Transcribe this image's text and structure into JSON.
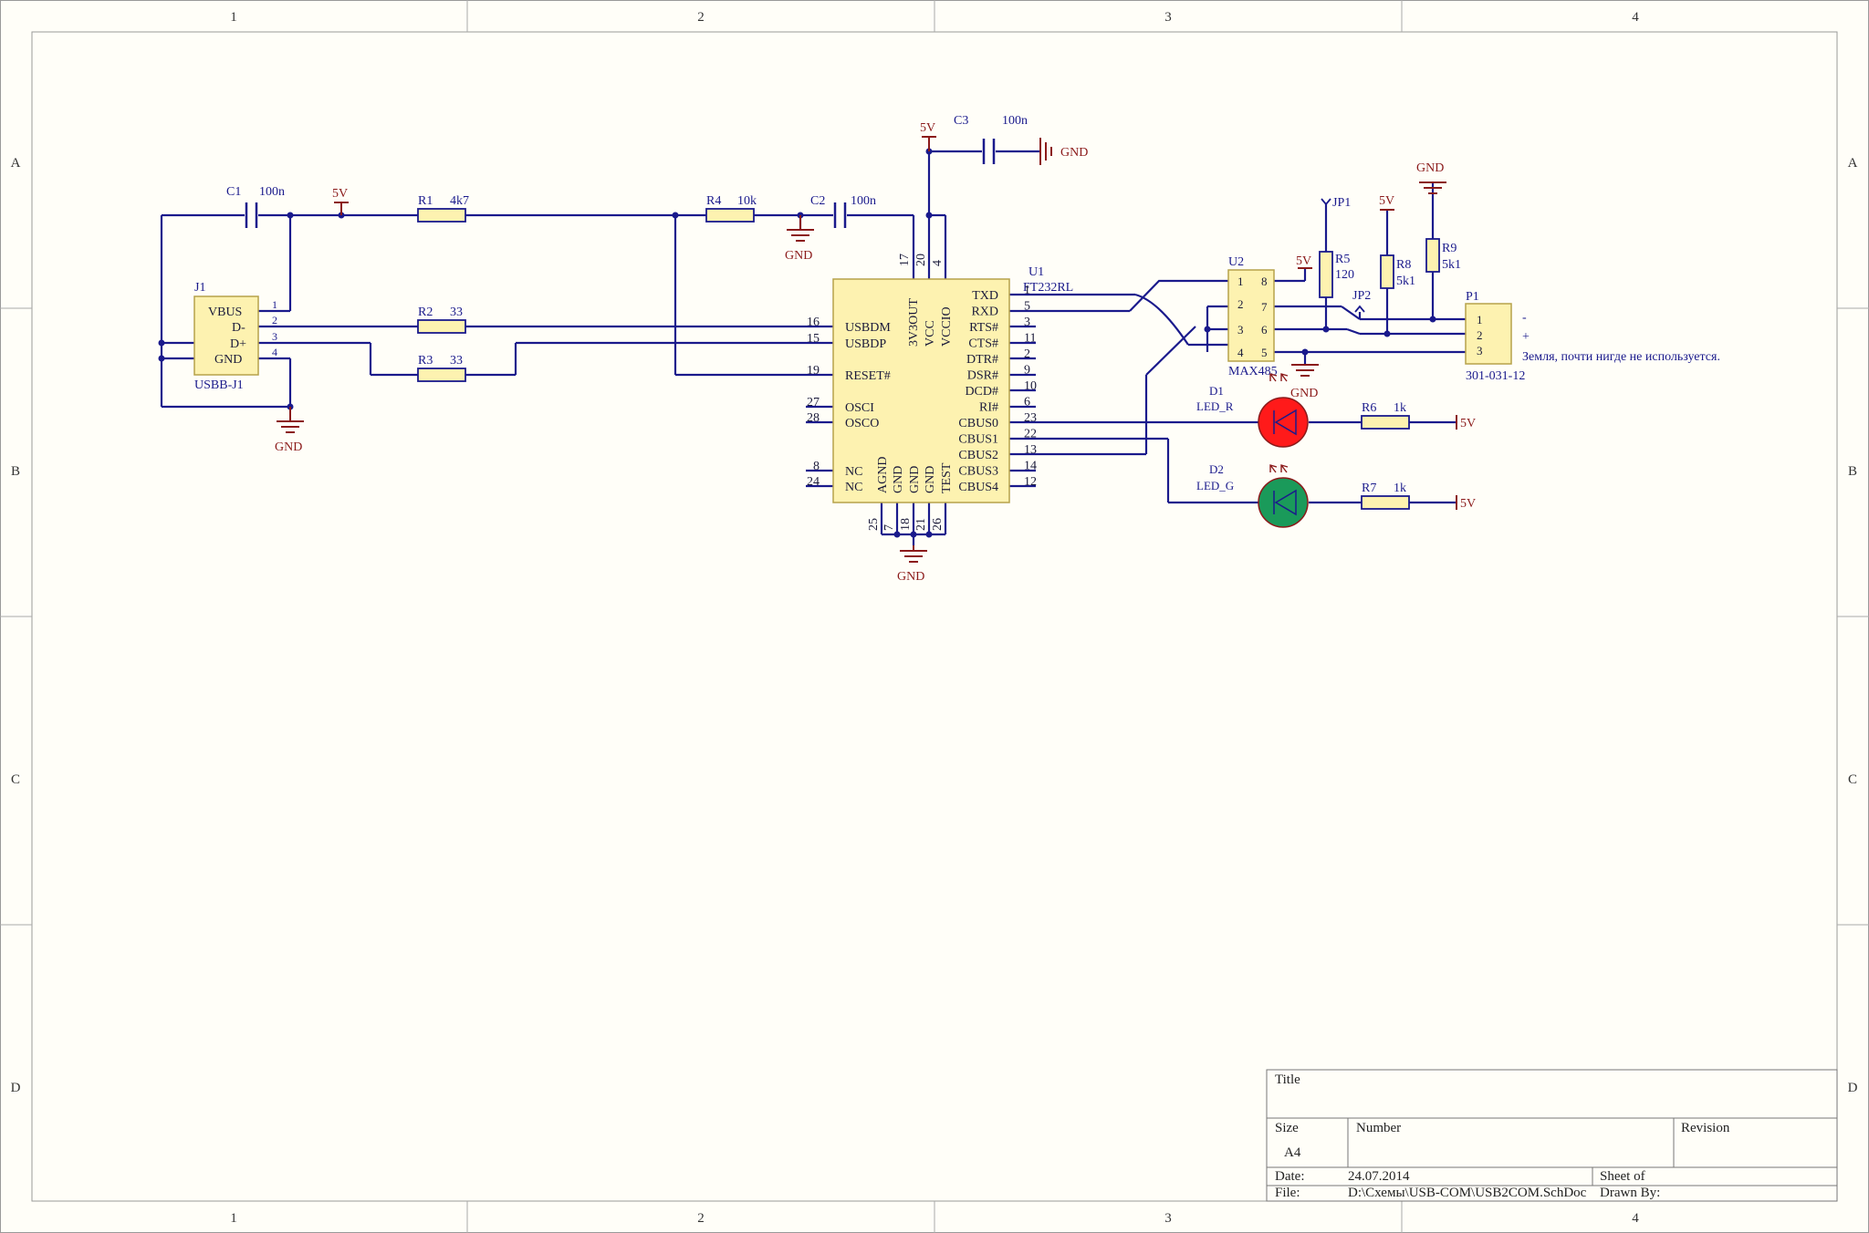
{
  "zones": {
    "columns": [
      "1",
      "2",
      "3",
      "4"
    ],
    "rows": [
      "A",
      "B",
      "C",
      "D"
    ]
  },
  "components": {
    "c1": {
      "ref": "C1",
      "value": "100n"
    },
    "r1": {
      "ref": "R1",
      "value": "4k7"
    },
    "r4": {
      "ref": "R4",
      "value": "10k"
    },
    "c2": {
      "ref": "C2",
      "value": "100n"
    },
    "c3": {
      "ref": "C3",
      "value": "100n"
    },
    "r2": {
      "ref": "R2",
      "value": "33"
    },
    "r3": {
      "ref": "R3",
      "value": "33"
    },
    "j1": {
      "ref": "J1",
      "name": "USBB-J1",
      "pins": [
        "VBUS",
        "D-",
        "D+",
        "GND"
      ],
      "pin_numbers": [
        "1",
        "2",
        "3",
        "4"
      ]
    },
    "u1": {
      "ref": "U1",
      "name": "FT232RL",
      "left_pins": [
        {
          "name": "USBDM",
          "num": "16"
        },
        {
          "name": "USBDP",
          "num": "15"
        },
        {
          "name": "RESET#",
          "num": "19"
        },
        {
          "name": "OSCI",
          "num": "27"
        },
        {
          "name": "OSCO",
          "num": "28"
        },
        {
          "name": "NC",
          "num": "8"
        },
        {
          "name": "NC",
          "num": "24"
        }
      ],
      "right_pins": [
        {
          "name": "TXD",
          "num": "1"
        },
        {
          "name": "RXD",
          "num": "5"
        },
        {
          "name": "RTS#",
          "num": "3"
        },
        {
          "name": "CTS#",
          "num": "11"
        },
        {
          "name": "DTR#",
          "num": "2"
        },
        {
          "name": "DSR#",
          "num": "9"
        },
        {
          "name": "DCD#",
          "num": "10"
        },
        {
          "name": "RI#",
          "num": "6"
        },
        {
          "name": "CBUS0",
          "num": "23"
        },
        {
          "name": "CBUS1",
          "num": "22"
        },
        {
          "name": "CBUS2",
          "num": "13"
        },
        {
          "name": "CBUS3",
          "num": "14"
        },
        {
          "name": "CBUS4",
          "num": "12"
        }
      ],
      "top_pins": [
        {
          "name": "3V3OUT",
          "num": "17"
        },
        {
          "name": "VCC",
          "num": "20"
        },
        {
          "name": "VCCIO",
          "num": "4"
        }
      ],
      "bottom_pins": [
        {
          "name": "AGND",
          "num": "25"
        },
        {
          "name": "GND",
          "num": "7"
        },
        {
          "name": "GND",
          "num": "18"
        },
        {
          "name": "GND",
          "num": "21"
        },
        {
          "name": "TEST",
          "num": "26"
        }
      ]
    },
    "u2": {
      "ref": "U2",
      "name": "MAX485",
      "left_nums": [
        "1",
        "2",
        "3",
        "4"
      ],
      "right_nums": [
        "8",
        "7",
        "6",
        "5"
      ]
    },
    "r5": {
      "ref": "R5",
      "value": "120"
    },
    "r8": {
      "ref": "R8",
      "value": "5k1"
    },
    "r9": {
      "ref": "R9",
      "value": "5k1"
    },
    "jp1": {
      "ref": "JP1"
    },
    "jp2": {
      "ref": "JP2"
    },
    "p1": {
      "ref": "P1",
      "name": "301-031-12",
      "pins": [
        "1",
        "2",
        "3"
      ],
      "signs": [
        "-",
        "+"
      ],
      "note": "Земля, почти нигде не используется."
    },
    "d1": {
      "ref": "D1",
      "name": "LED_R",
      "color": "#ff1a1a"
    },
    "d2": {
      "ref": "D2",
      "name": "LED_G",
      "color": "#1a9a5a"
    },
    "r6": {
      "ref": "R6",
      "value": "1k"
    },
    "r7": {
      "ref": "R7",
      "value": "1k"
    }
  },
  "power": {
    "vcc": "5V",
    "gnd": "GND"
  },
  "title_block": {
    "title_label": "Title",
    "size_label": "Size",
    "size_value": "A4",
    "number_label": "Number",
    "revision_label": "Revision",
    "date_label": "Date:",
    "date_value": "24.07.2014",
    "sheet_label": "Sheet    of",
    "file_label": "File:",
    "file_value": "D:\\Схемы\\USB-COM\\USB2COM.SchDoc",
    "drawn_label": "Drawn By:"
  },
  "colors": {
    "wire": "#1a1a8c",
    "body_fill": "#fdf2b0",
    "body_stroke": "#b6a24a",
    "power": "#8b1a1a",
    "sheet": "#fffef8"
  }
}
